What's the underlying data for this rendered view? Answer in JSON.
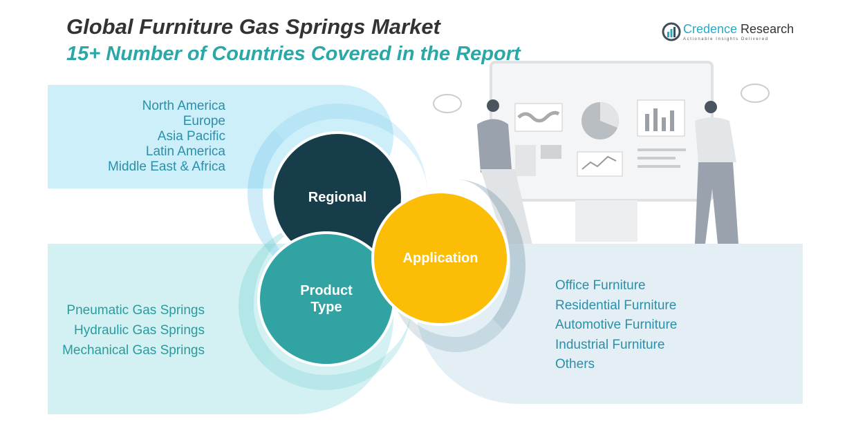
{
  "header": {
    "title": "Global Furniture Gas Springs Market",
    "subtitle": "15+ Number of Countries Covered in the Report"
  },
  "logo": {
    "name_part1": "Credence",
    "name_part2": " Research",
    "tagline": "Actionable Insights Delivered"
  },
  "segments": {
    "regional": {
      "label": "Regional",
      "items": [
        "North America",
        "Europe",
        "Asia Pacific",
        "Latin America",
        "Middle East & Africa"
      ]
    },
    "product_type": {
      "label_line1": "Product",
      "label_line2": "Type",
      "items": [
        "Pneumatic Gas Springs",
        "Hydraulic Gas Springs",
        "Mechanical Gas Springs"
      ]
    },
    "application": {
      "label": "Application",
      "items": [
        "Office Furniture",
        "Residential Furniture",
        "Automotive Furniture",
        "Industrial Furniture",
        "Others"
      ]
    }
  },
  "colors": {
    "regional": "#173c4a",
    "product_type": "#32a3a3",
    "application": "#fbbd06",
    "accent": "#2aa7a6"
  }
}
